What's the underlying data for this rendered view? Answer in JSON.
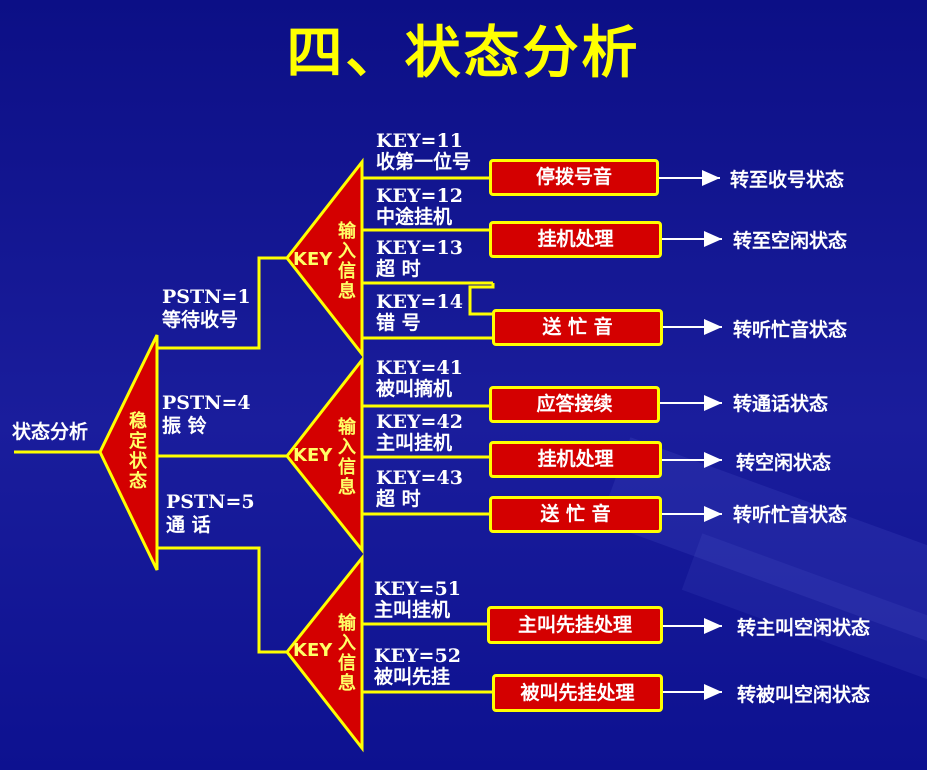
{
  "title": "四、状态分析",
  "root_label": "状态分析",
  "stable_state": "稳定状态",
  "input_info": "输入信息",
  "key_label": "KEY",
  "branches": [
    {
      "line1": "PSTN=1",
      "line2": "等待收号"
    },
    {
      "line1": "PSTN=4",
      "line2": "振 铃"
    },
    {
      "line1": "PSTN=5",
      "line2": "通 话"
    }
  ],
  "keys": [
    {
      "code": "KEY=11",
      "desc": "收第一位号"
    },
    {
      "code": "KEY=12",
      "desc": "中途挂机"
    },
    {
      "code": "KEY=13",
      "desc": "超 时"
    },
    {
      "code": "KEY=14",
      "desc": "错 号"
    },
    {
      "code": "KEY=41",
      "desc": "被叫摘机"
    },
    {
      "code": "KEY=42",
      "desc": "主叫挂机"
    },
    {
      "code": "KEY=43",
      "desc": "超 时"
    },
    {
      "code": "KEY=51",
      "desc": "主叫挂机"
    },
    {
      "code": "KEY=52",
      "desc": "被叫先挂"
    }
  ],
  "actions": [
    {
      "label": "停拨号音",
      "result": "转至收号状态"
    },
    {
      "label": "挂机处理",
      "result": "转至空闲状态"
    },
    {
      "label": "送 忙 音",
      "result": "转听忙音状态"
    },
    {
      "label": "应答接续",
      "result": "转通话状态"
    },
    {
      "label": "挂机处理",
      "result": "转空闲状态"
    },
    {
      "label": "送 忙 音",
      "result": "转听忙音状态"
    },
    {
      "label": "主叫先挂处理",
      "result": "转主叫空闲状态"
    },
    {
      "label": "被叫先挂处理",
      "result": "转被叫空闲状态"
    }
  ],
  "colors": {
    "line": "#ffff00",
    "fill": "#d40000",
    "title": "#ffff00"
  }
}
